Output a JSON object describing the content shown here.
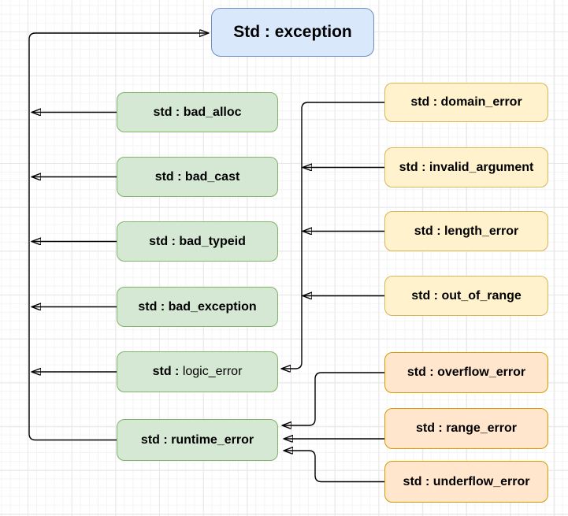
{
  "diagram": {
    "type": "inheritance-hierarchy",
    "nodes": [
      {
        "id": "exception",
        "label_bold": "Std : exception",
        "label_regular": "",
        "color_name": "blue",
        "fill": "#dae8fc",
        "stroke": "#6c8ebf"
      },
      {
        "id": "bad_alloc",
        "label_bold": "std : bad_alloc",
        "label_regular": "",
        "color_name": "green",
        "fill": "#d5e8d4",
        "stroke": "#82b366"
      },
      {
        "id": "bad_cast",
        "label_bold": "std : bad_cast",
        "label_regular": "",
        "color_name": "green",
        "fill": "#d5e8d4",
        "stroke": "#82b366"
      },
      {
        "id": "bad_typeid",
        "label_bold": "std : bad_typeid",
        "label_regular": "",
        "color_name": "green",
        "fill": "#d5e8d4",
        "stroke": "#82b366"
      },
      {
        "id": "bad_exception",
        "label_bold": "std : bad_exception",
        "label_regular": "",
        "color_name": "green",
        "fill": "#d5e8d4",
        "stroke": "#82b366"
      },
      {
        "id": "logic_error",
        "label_bold": "std : ",
        "label_regular": "logic_error",
        "color_name": "green",
        "fill": "#d5e8d4",
        "stroke": "#82b366"
      },
      {
        "id": "runtime_error",
        "label_bold": "std : runtime_error",
        "label_regular": "",
        "color_name": "green",
        "fill": "#d5e8d4",
        "stroke": "#82b366"
      },
      {
        "id": "domain_error",
        "label_bold": "std : domain_error",
        "label_regular": "",
        "color_name": "yellow",
        "fill": "#fff2cc",
        "stroke": "#d6b656"
      },
      {
        "id": "invalid_argument",
        "label_bold": "std : invalid_argument",
        "label_regular": "",
        "color_name": "yellow",
        "fill": "#fff2cc",
        "stroke": "#d6b656"
      },
      {
        "id": "length_error",
        "label_bold": "std : length_error",
        "label_regular": "",
        "color_name": "yellow",
        "fill": "#fff2cc",
        "stroke": "#d6b656"
      },
      {
        "id": "out_of_range",
        "label_bold": "std : out_of_range",
        "label_regular": "",
        "color_name": "yellow",
        "fill": "#fff2cc",
        "stroke": "#d6b656"
      },
      {
        "id": "overflow_error",
        "label_bold": "std : overflow_error",
        "label_regular": "",
        "color_name": "orange",
        "fill": "#ffe6cc",
        "stroke": "#d79b00"
      },
      {
        "id": "range_error",
        "label_bold": "std : range_error",
        "label_regular": "",
        "color_name": "orange",
        "fill": "#ffe6cc",
        "stroke": "#d79b00"
      },
      {
        "id": "underflow_error",
        "label_bold": "std : underflow_error",
        "label_regular": "",
        "color_name": "orange",
        "fill": "#ffe6cc",
        "stroke": "#d79b00"
      }
    ],
    "edges": [
      {
        "from": "bad_alloc",
        "to": "exception"
      },
      {
        "from": "bad_cast",
        "to": "exception"
      },
      {
        "from": "bad_typeid",
        "to": "exception"
      },
      {
        "from": "bad_exception",
        "to": "exception"
      },
      {
        "from": "logic_error",
        "to": "exception"
      },
      {
        "from": "runtime_error",
        "to": "exception"
      },
      {
        "from": "domain_error",
        "to": "logic_error"
      },
      {
        "from": "invalid_argument",
        "to": "logic_error"
      },
      {
        "from": "length_error",
        "to": "logic_error"
      },
      {
        "from": "out_of_range",
        "to": "logic_error"
      },
      {
        "from": "overflow_error",
        "to": "runtime_error"
      },
      {
        "from": "range_error",
        "to": "runtime_error"
      },
      {
        "from": "underflow_error",
        "to": "runtime_error"
      }
    ],
    "edge_color": "#000000"
  }
}
